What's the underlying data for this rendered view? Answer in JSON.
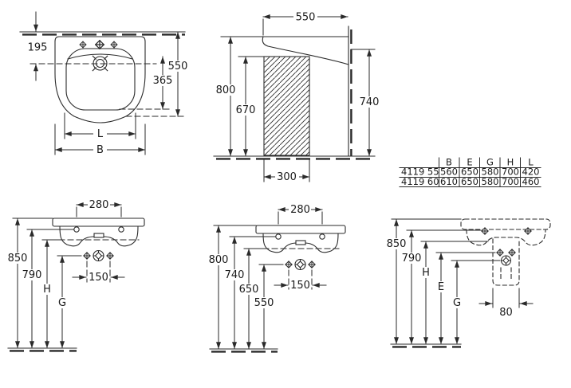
{
  "colors": {
    "line": "#2a2a2a",
    "text": "#1a1a1a",
    "background": "#ffffff"
  },
  "views": {
    "plan": {
      "dims": {
        "wall_offset": "195",
        "depth": "550",
        "bowl_depth": "365",
        "bowl_width": "L",
        "overall_width": "B"
      }
    },
    "side": {
      "dims": {
        "depth": "550",
        "height": "800",
        "pedestal": "670",
        "underside": "740",
        "pedestal_width": "300"
      }
    },
    "front_a": {
      "dims": {
        "fixing": "280",
        "rim": "850",
        "holes": "790",
        "h": "H",
        "g": "G",
        "taps": "150"
      }
    },
    "front_b": {
      "dims": {
        "fixing": "280",
        "rim": "800",
        "holes": "740",
        "mid": "650",
        "taps_h": "550",
        "taps": "150"
      }
    },
    "rear": {
      "dims": {
        "rim": "850",
        "holes": "790",
        "h": "H",
        "e": "E",
        "g": "G",
        "outlet": "80"
      }
    }
  },
  "table": {
    "columns": [
      "",
      "B",
      "E",
      "G",
      "H",
      "L"
    ],
    "rows": [
      [
        "4119 55",
        "560",
        "650",
        "580",
        "700",
        "420"
      ],
      [
        "4119 60",
        "610",
        "650",
        "580",
        "700",
        "460"
      ]
    ]
  }
}
